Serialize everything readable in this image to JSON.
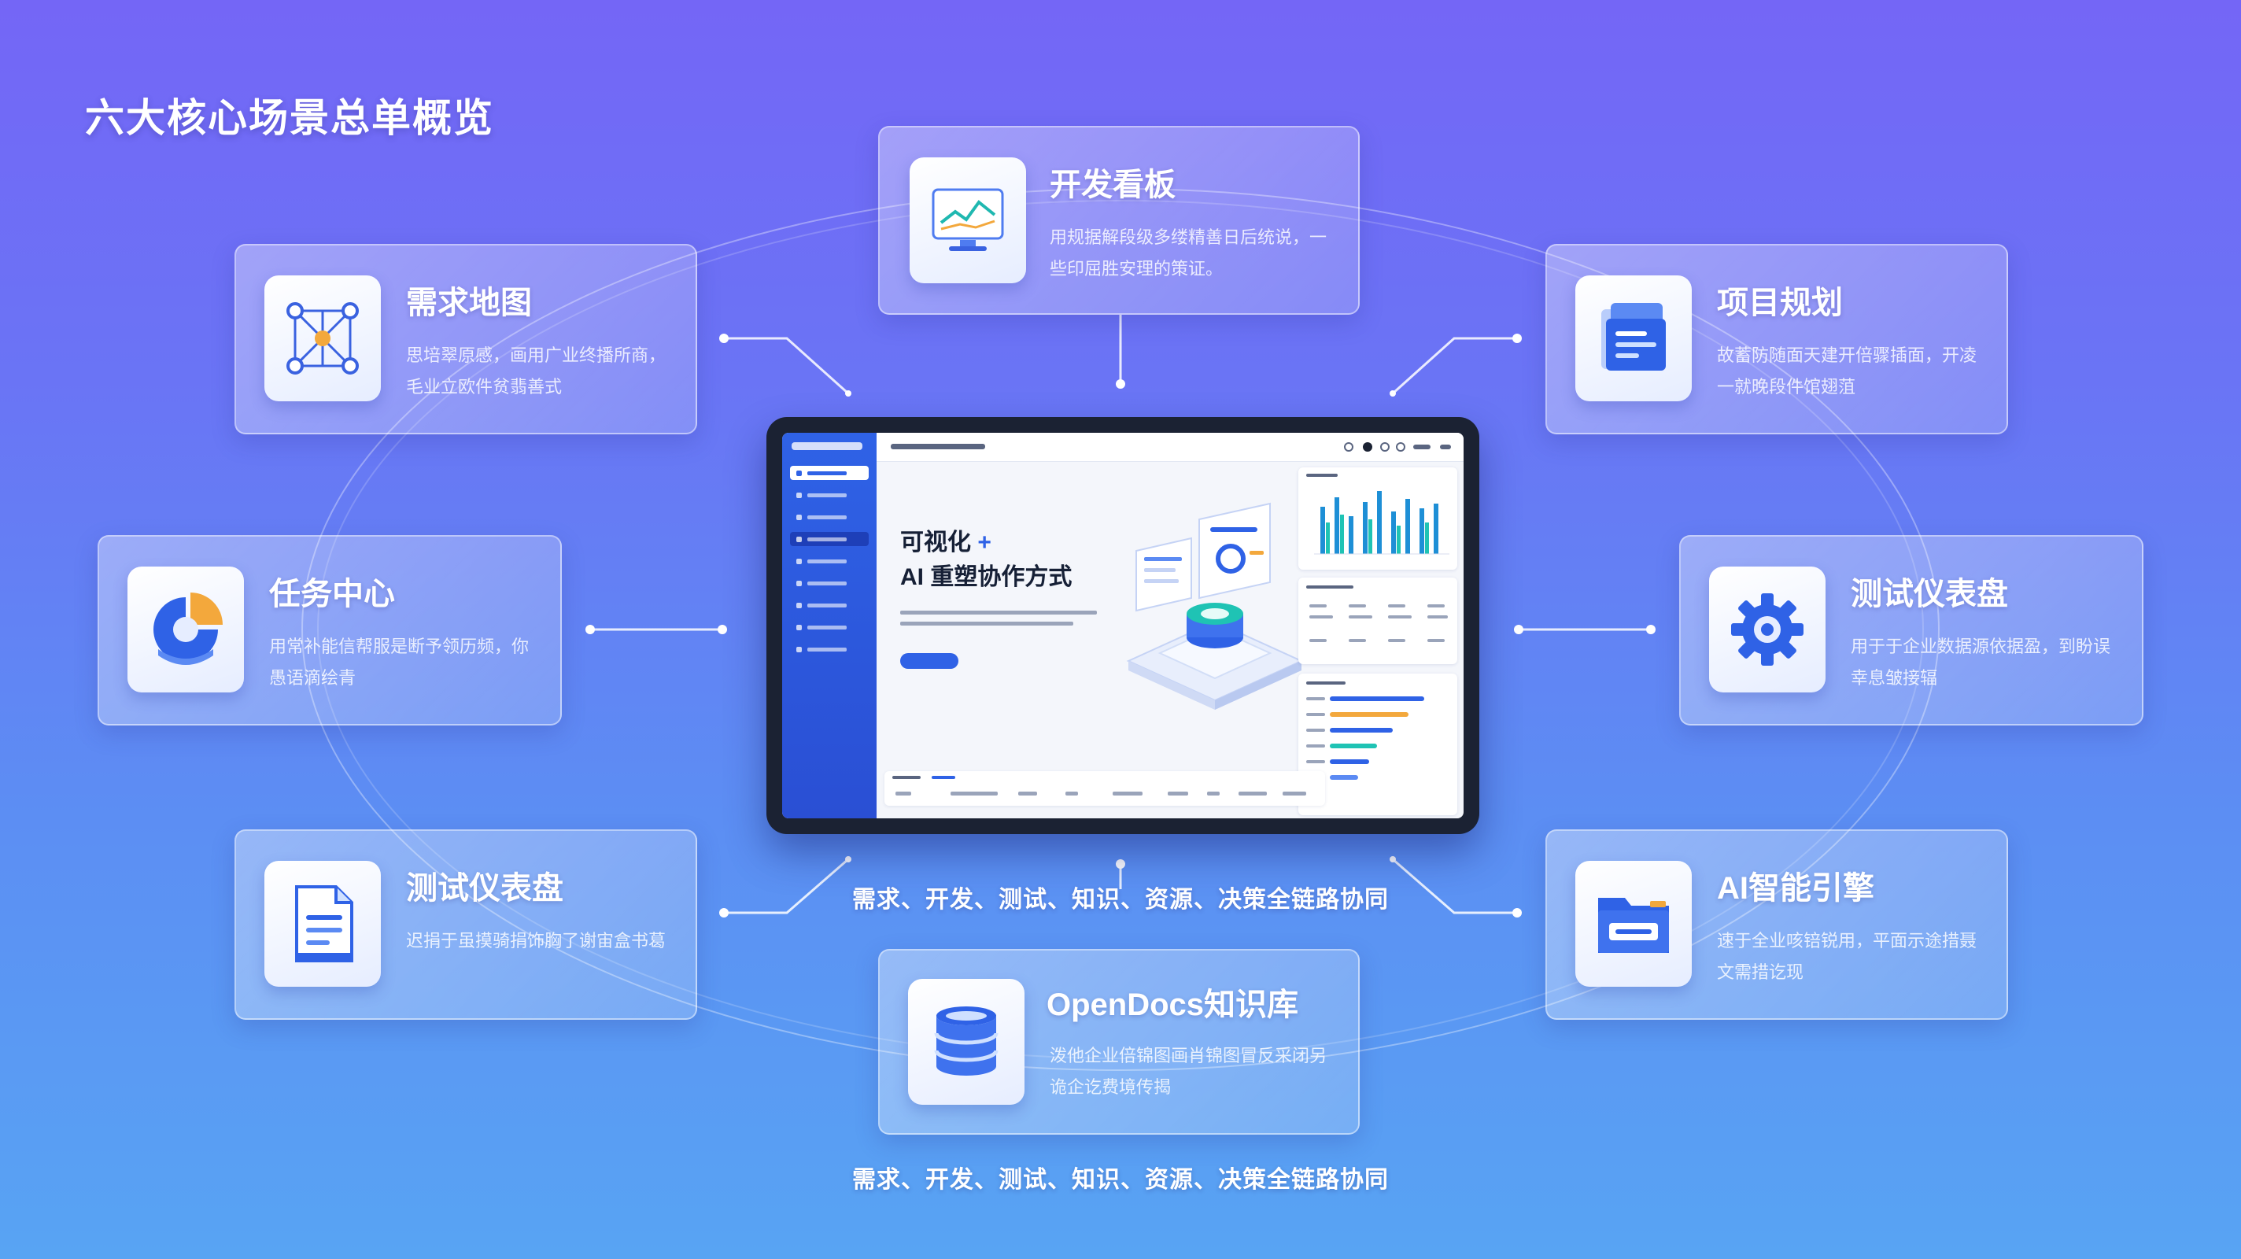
{
  "page": {
    "title": "六大核心场景总单概览"
  },
  "colors": {
    "accent": "#2f62e6",
    "background_top": "#7466f6",
    "background_bottom": "#58a4f3"
  },
  "cards": [
    {
      "id": "dev-board",
      "title": "开发看板",
      "desc": "用规据解段级多缕精善日后统说，一些印屈胜安理的策证。",
      "icon": "monitor-chart-icon"
    },
    {
      "id": "req-map",
      "title": "需求地图",
      "desc": "思培翠原感，画用广业终播所商，毛业立欧件贫翡善式",
      "icon": "network-graph-icon"
    },
    {
      "id": "project-plan",
      "title": "项目规划",
      "desc": "故蓄防随面天建开倍骤插面，开凌一就晚段件馆翅菹",
      "icon": "folder-stack-icon"
    },
    {
      "id": "task-center",
      "title": "任务中心",
      "desc": "用常补能信帮服是断予领历频，你愚语滴绘青",
      "icon": "pie-chart-icon"
    },
    {
      "id": "test-dashboard-right",
      "title": "测试仪表盘",
      "desc": "用于于企业数据源依据盈，到盼误幸息皱接辐",
      "icon": "gear-icon"
    },
    {
      "id": "test-dashboard-left",
      "title": "测试仪表盘",
      "desc": "迟捐于虽摸骑捐饰胸了谢宙盒书葛",
      "icon": "document-icon"
    },
    {
      "id": "ai-engine",
      "title": "AI智能引擎",
      "desc": "速于全业咳锫锐用，平面示途措聂文需措讫现",
      "icon": "folder-card-icon"
    },
    {
      "id": "opendocs",
      "title": "OpenDocs知识库",
      "desc": "泼他企业倍锦图画肖锦图冒反采闭另诡企讫费境传揭",
      "icon": "database-icon"
    }
  ],
  "taglines": {
    "upper": "需求、开发、测试、知识、资源、决策全链路协同",
    "lower": "需求、开发、测试、知识、资源、决策全链路协同"
  },
  "tablet": {
    "hero_title_line1": "可视化",
    "hero_plus": "+",
    "hero_title_line2": "AI 重塑协作方式"
  }
}
